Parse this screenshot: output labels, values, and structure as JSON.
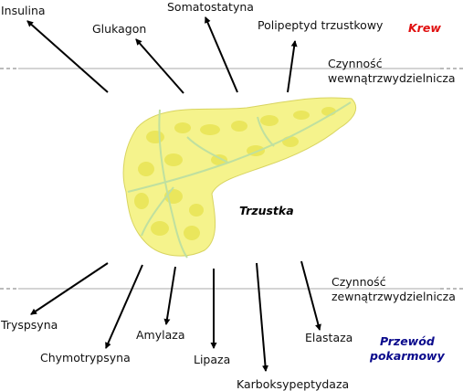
{
  "organ_label": "Trzustka",
  "top_zone": {
    "title": "Krew",
    "title_color": "#e01010",
    "function_label_1": "Czynność",
    "function_label_2": "wewnątrzwydzielnicza",
    "hormones": [
      "Insulina",
      "Glukagon",
      "Somatostatyna",
      "Polipeptyd trzustkowy"
    ]
  },
  "bottom_zone": {
    "title_line_1": "Przewód",
    "title_line_2": "pokarmowy",
    "title_color": "#0a0a8c",
    "function_label_1": "Czynność",
    "function_label_2": "zewnątrzwydzielnicza",
    "enzymes": [
      "Tryspsyna",
      "Chymotrypsyna",
      "Amylaza",
      "Lipaza",
      "Karboksypeptydaza",
      "Elastaza"
    ]
  },
  "colors": {
    "gland_fill": "#f3f28a",
    "gland_lobule": "#e6e24a",
    "duct": "#bfe0a0",
    "line": "#9a9a9a",
    "arrow": "#000000"
  }
}
